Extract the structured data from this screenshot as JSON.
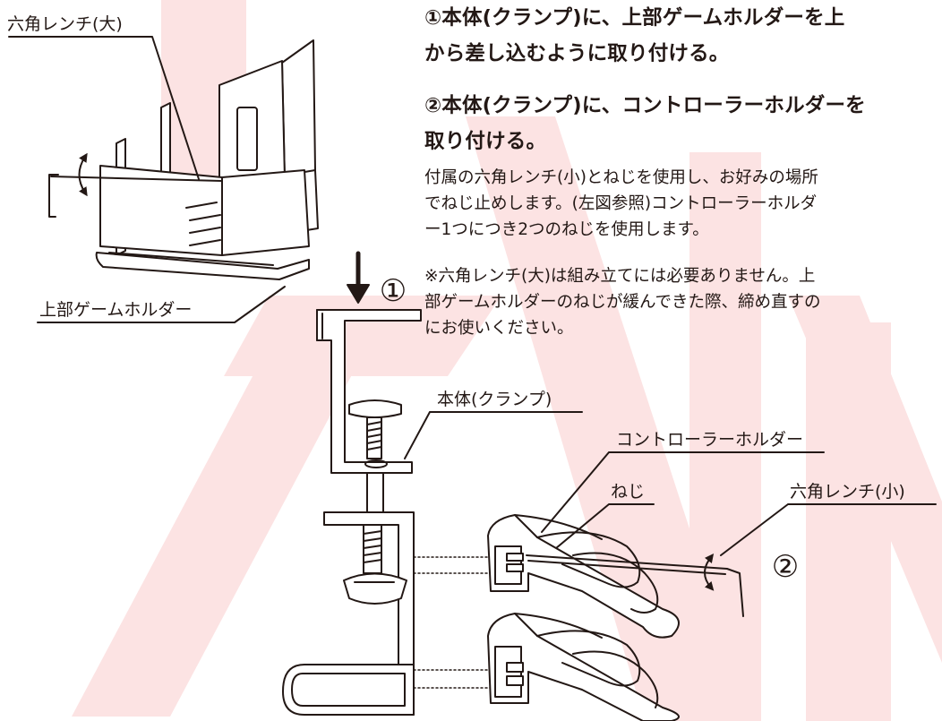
{
  "instructions": {
    "step1_line1": "①本体(クランプ)に、上部ゲームホルダーを上",
    "step1_line2": "から差し込むように取り付ける。",
    "step2_line1": "②本体(クランプ)に、コントローラーホルダーを",
    "step2_line2": "取り付ける。",
    "detail_line1": "付属の六角レンチ(小)とねじを使用し、お好みの場所",
    "detail_line2": "でねじ止めします。(左図参照)コントローラーホルダ",
    "detail_line3": "ー1つにつき2つのねじを使用します。",
    "note_line1": "※六角レンチ(大)は組み立てには必要ありません。上",
    "note_line2": "部ゲームホルダーのねじが緩んできた際、締め直すの",
    "note_line3": "にお使いください。"
  },
  "labels": {
    "hex_wrench_large": "六角レンチ(大)",
    "top_game_holder": "上部ゲームホルダー",
    "clamp_body": "本体(クランプ)",
    "controller_holder": "コントローラーホルダー",
    "screw": "ねじ",
    "hex_wrench_small": "六角レンチ(小)",
    "step_marker_1": "①",
    "step_marker_2": "②"
  },
  "colors": {
    "watermark": "#fce3e3",
    "ink": "#231815",
    "fill": "#ffffff"
  }
}
